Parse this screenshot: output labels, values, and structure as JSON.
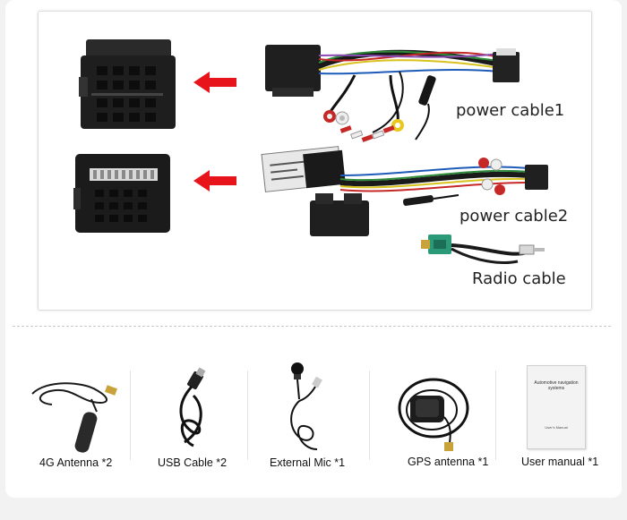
{
  "cables": {
    "power_cable_1": "power cable1",
    "power_cable_2": "power cable2",
    "radio_cable": "Radio cable"
  },
  "accessories": [
    {
      "label": "4G Antenna *2",
      "icon": "antenna-icon"
    },
    {
      "label": "USB Cable *2",
      "icon": "usb-cable-icon"
    },
    {
      "label": "External Mic *1",
      "icon": "microphone-icon"
    },
    {
      "label": "GPS antenna *1",
      "icon": "gps-antenna-icon"
    },
    {
      "label": "User manual *1",
      "icon": "manual-icon"
    }
  ],
  "manual_cover": {
    "title": "Automotive navigation systems",
    "subtitle": "User's Manual"
  },
  "colors": {
    "arrow": "#e8141c",
    "connector": "#222222",
    "background": "#f2f2f2"
  }
}
